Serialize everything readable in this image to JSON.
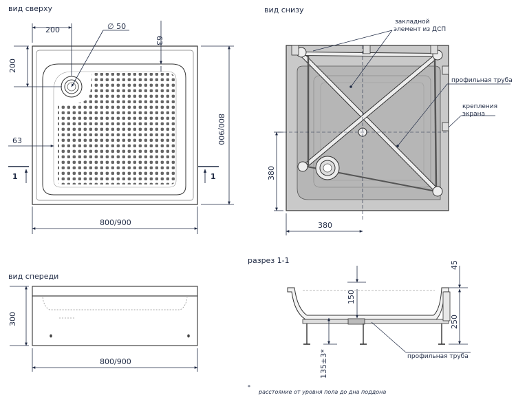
{
  "colors": {
    "ink": "#1f2a44",
    "outline": "#333333",
    "underside_fill": "#c9c9c9",
    "underside_inner": "#b8b8b8",
    "frame": "#ededed",
    "dot": "#555555"
  },
  "views": {
    "top": {
      "title": "вид сверху",
      "dim_200_h": "200",
      "dim_diameter": "∅ 50",
      "dim_63_v": "63",
      "dim_200_v": "200",
      "dim_63_h": "63",
      "dim_width": "800/900",
      "dim_height": "800/900",
      "section_mark_left": "1",
      "section_mark_right": "1"
    },
    "bottom": {
      "title": "вид снизу",
      "label_embedded": "закладной\nэлемент из ДСП",
      "label_profile": "профильная труба",
      "label_mount": "крепления\nэкрана",
      "dim_380_v": "380",
      "dim_380_h": "380"
    },
    "front": {
      "title": "вид спереди",
      "dim_height": "300",
      "dim_width": "800/900"
    },
    "section": {
      "title": "разрез 1-1",
      "dim_45": "45",
      "dim_150": "150",
      "dim_250": "250",
      "dim_leg": "135±3*",
      "label_profile": "профильная труба"
    }
  },
  "footnote": {
    "mark": "*",
    "text": "расстояние от уровня пола до дна поддона"
  }
}
